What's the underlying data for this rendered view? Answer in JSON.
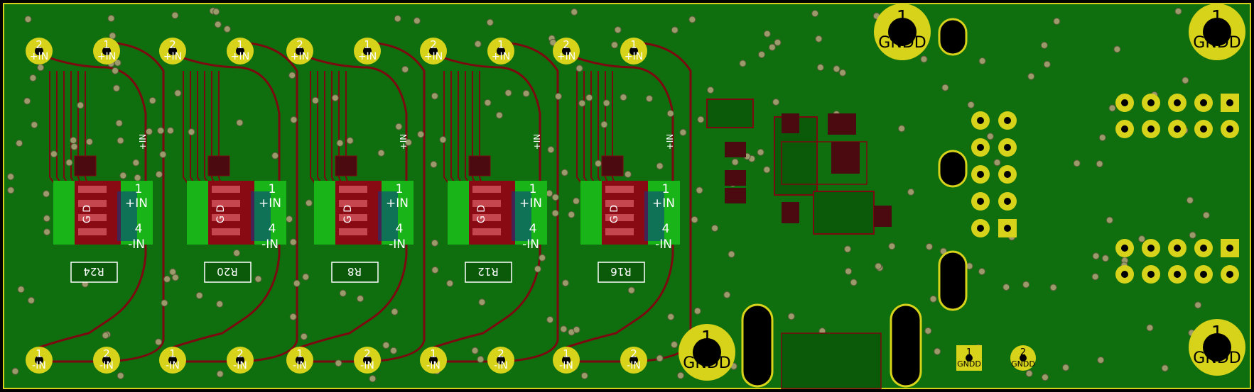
{
  "board": {
    "colors": {
      "background": "#000000",
      "copper_fill": "#0f6f0f",
      "copper_fill_dark": "#0a5a0a",
      "trace": "#7a0a10",
      "pad_gold": "#d7d21a",
      "silk": "#ffffff",
      "bright_green": "#18b418",
      "via": "#8b8b5a"
    }
  },
  "channels": [
    {
      "id": "ch1",
      "ref": "R24",
      "top_left": "2",
      "top_left_sub": "+IN",
      "top_right": "1",
      "top_right_sub": "+IN",
      "bot_left": "1",
      "bot_left_sub": "-IN",
      "bot_right": "2",
      "bot_right_sub": "-IN",
      "pin1": "1",
      "pin1_label": "+IN",
      "pin4": "4",
      "pin4_label": "-IN",
      "chip_label": "G D",
      "vert_label": "+IN"
    },
    {
      "id": "ch2",
      "ref": "R20",
      "top_left": "2",
      "top_left_sub": "+IN",
      "top_right": "1",
      "top_right_sub": "+IN",
      "bot_left": "1",
      "bot_left_sub": "-IN",
      "bot_right": "2",
      "bot_right_sub": "-IN",
      "pin1": "1",
      "pin1_label": "+IN",
      "pin4": "4",
      "pin4_label": "-IN",
      "chip_label": "G D",
      "vert_label": ""
    },
    {
      "id": "ch3",
      "ref": "R8",
      "top_left": "2",
      "top_left_sub": "+IN",
      "top_right": "1",
      "top_right_sub": "+IN",
      "bot_left": "1",
      "bot_left_sub": "-IN",
      "bot_right": "2",
      "bot_right_sub": "-IN",
      "pin1": "1",
      "pin1_label": "+IN",
      "pin4": "4",
      "pin4_label": "-IN",
      "chip_label": "G D",
      "vert_label": "+IN"
    },
    {
      "id": "ch4",
      "ref": "R12",
      "top_left": "2",
      "top_left_sub": "+IN",
      "top_right": "1",
      "top_right_sub": "+IN",
      "bot_left": "1",
      "bot_left_sub": "-IN",
      "bot_right": "2",
      "bot_right_sub": "-IN",
      "pin1": "1",
      "pin1_label": "+IN",
      "pin4": "4",
      "pin4_label": "-IN",
      "chip_label": "G D",
      "vert_label": "+IN"
    },
    {
      "id": "ch5",
      "ref": "R16",
      "top_left": "2",
      "top_left_sub": "+IN",
      "top_right": "1",
      "top_right_sub": "+IN",
      "bot_left": "1",
      "bot_left_sub": "-IN",
      "bot_right": "2",
      "bot_right_sub": "-IN",
      "pin1": "1",
      "pin1_label": "+IN",
      "pin4": "4",
      "pin4_label": "-IN",
      "chip_label": "G D",
      "vert_label": "+IN"
    }
  ],
  "mounting_holes": [
    {
      "id": "mh-top-mid",
      "num": "1",
      "net": "GNDD"
    },
    {
      "id": "mh-top-right",
      "num": "1",
      "net": "GNDD"
    },
    {
      "id": "mh-bot-mid",
      "num": "1",
      "net": "GNDD"
    },
    {
      "id": "mh-bot-right",
      "num": "1",
      "net": "GNDD"
    }
  ],
  "small_pads": [
    {
      "id": "gnd-pad-1",
      "num": "1",
      "net": "GNDD"
    },
    {
      "id": "gnd-pad-2",
      "num": "2",
      "net": "GNDD"
    }
  ]
}
